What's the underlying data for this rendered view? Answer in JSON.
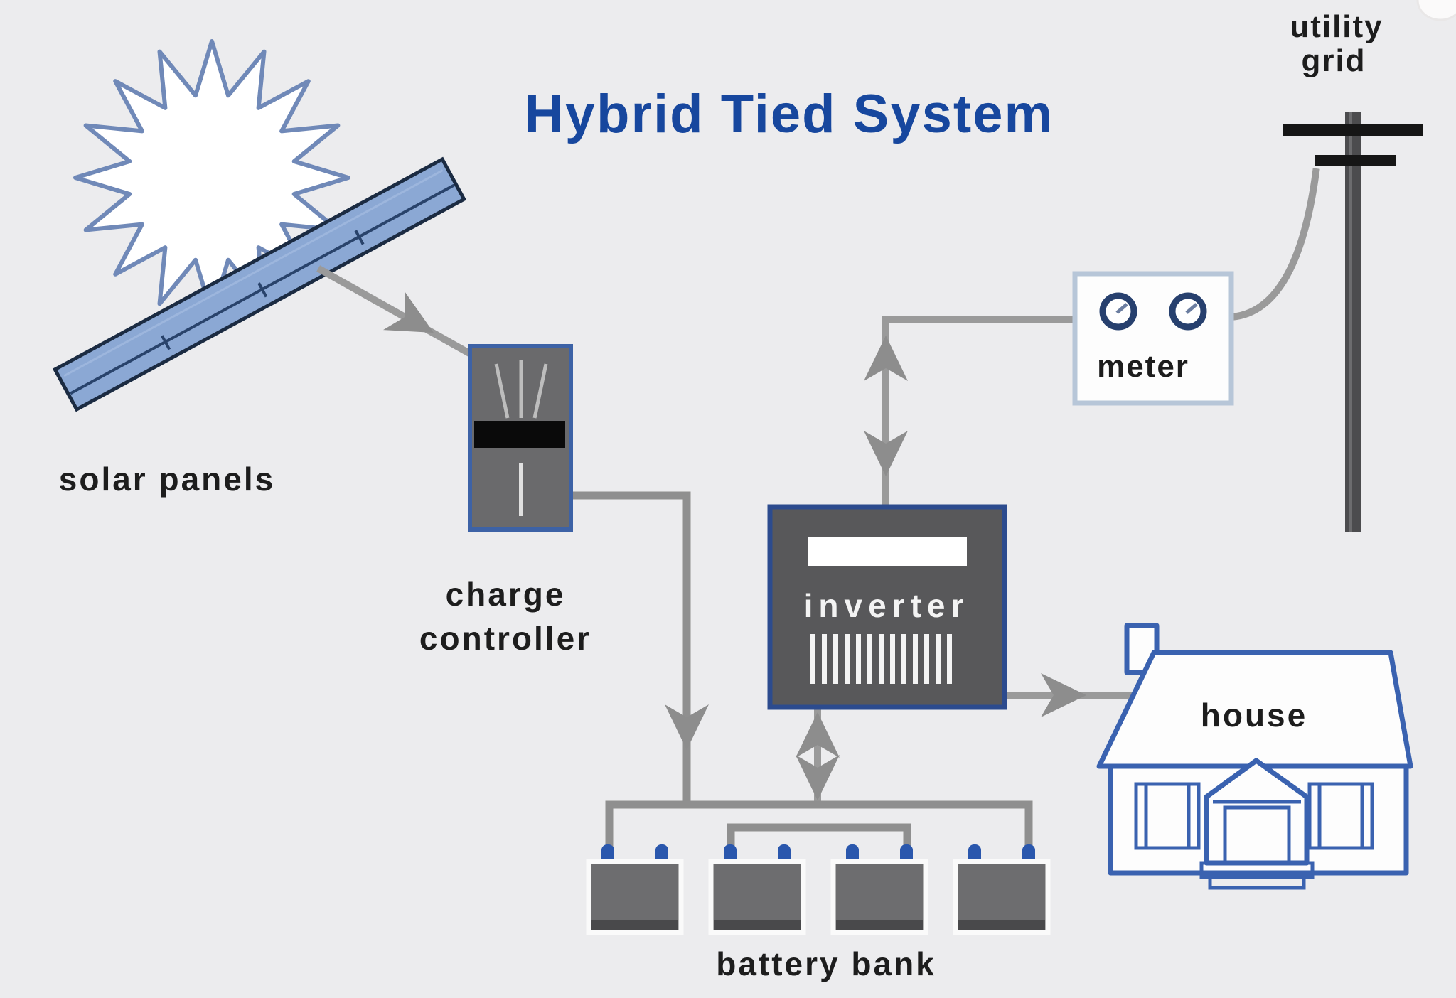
{
  "title": "Hybrid Tied System",
  "labels": {
    "solar_panels": "solar panels",
    "charge_line1": "charge",
    "charge_line2": "controller",
    "inverter": "inverter",
    "meter": "meter",
    "battery_bank": "battery bank",
    "utility_line1": "utility",
    "utility_line2": "grid",
    "house": "house"
  },
  "icons": {
    "sun": "sun-icon",
    "solar_panel": "solar-panel-icon",
    "charge_controller": "charge-controller-box",
    "inverter": "inverter-box",
    "meter": "meter-box",
    "utility_pole": "utility-pole-icon",
    "house": "house-icon",
    "battery": "battery-icon"
  },
  "colors": {
    "background": "#ececee",
    "title_blue": "#17479e",
    "label_dark": "#1d1d1d",
    "wire_gray": "#9a9a9a",
    "panel_blue": "#8ba8d4",
    "outline_blue": "#3a62b0",
    "box_gray": "#6a6a6c",
    "inverter_gray": "#58585a",
    "battery_gray": "#6d6d6f",
    "terminal_blue": "#2a57ad",
    "sun_outline": "#7089b8"
  }
}
